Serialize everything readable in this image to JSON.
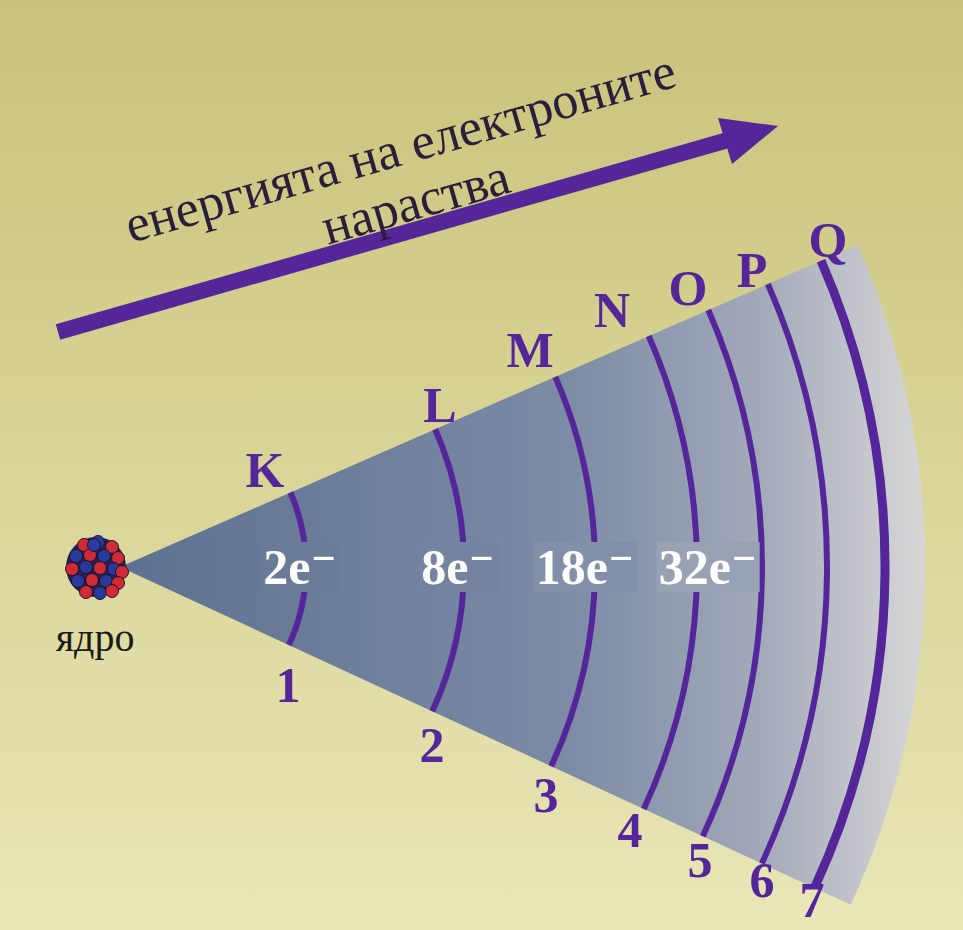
{
  "diagram": {
    "labels": [
      "енергията на електроните нараства",
      "K",
      "L",
      "M",
      "N",
      "O",
      "P",
      "Q",
      "2e⁻",
      "8e⁻",
      "18e⁻",
      "32e⁻",
      "ядро",
      "1",
      "2",
      "3",
      "4",
      "5",
      "6",
      "7"
    ]
  }
}
